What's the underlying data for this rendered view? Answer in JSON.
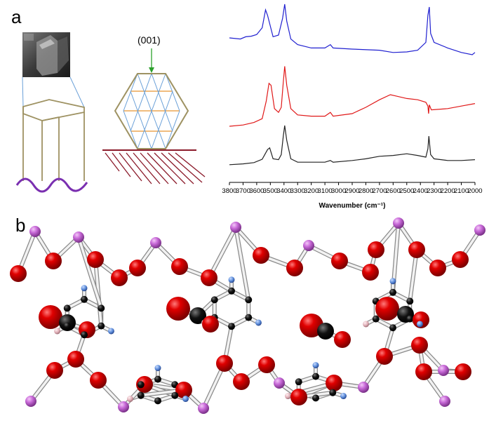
{
  "figure": {
    "panel_a_label": "a",
    "panel_b_label": "b",
    "facet_label": "(001)"
  },
  "colors": {
    "series_top": "#2020d0",
    "series_middle": "#e01818",
    "series_bottom": "#222222",
    "crystal_edge": "#9e9262",
    "wave": "#7a2fb0",
    "substrate": "#8b1a2a",
    "arrow": "#2ca02c",
    "oxygen": "#d00000",
    "metal": "#c86ad8",
    "hydrogen_blue": "#5a8ad8",
    "hydrogen_pink": "#e0b0b8"
  },
  "chart_data": {
    "type": "line",
    "xlabel": "Wavenumber (cm⁻¹)",
    "ylabel": "",
    "xlim": [
      3800,
      2000
    ],
    "x_reversed": true,
    "ticks": [
      "3800",
      "3700",
      "3600",
      "3500",
      "3400",
      "3300",
      "3200",
      "3100",
      "3000",
      "2900",
      "2800",
      "2700",
      "2600",
      "2500",
      "2400",
      "2300",
      "2200",
      "2100",
      "2000"
    ],
    "legend": "none",
    "grid": false,
    "series": [
      {
        "color": "#2020d0",
        "points": [
          [
            3800,
            0.6
          ],
          [
            3720,
            0.62
          ],
          [
            3680,
            0.58
          ],
          [
            3640,
            0.57
          ],
          [
            3600,
            0.54
          ],
          [
            3560,
            0.42
          ],
          [
            3535,
            0.1
          ],
          [
            3520,
            0.2
          ],
          [
            3480,
            0.58
          ],
          [
            3440,
            0.55
          ],
          [
            3410,
            0.25
          ],
          [
            3395,
            0.0
          ],
          [
            3380,
            0.3
          ],
          [
            3350,
            0.62
          ],
          [
            3300,
            0.72
          ],
          [
            3200,
            0.78
          ],
          [
            3100,
            0.78
          ],
          [
            3060,
            0.72
          ],
          [
            3040,
            0.78
          ],
          [
            2900,
            0.8
          ],
          [
            2700,
            0.82
          ],
          [
            2600,
            0.86
          ],
          [
            2500,
            0.85
          ],
          [
            2420,
            0.82
          ],
          [
            2360,
            0.68
          ],
          [
            2345,
            0.2
          ],
          [
            2335,
            0.05
          ],
          [
            2325,
            0.52
          ],
          [
            2300,
            0.68
          ],
          [
            2200,
            0.78
          ],
          [
            2100,
            0.86
          ],
          [
            2020,
            0.9
          ],
          [
            2000,
            0.86
          ]
        ]
      },
      {
        "color": "#e01818",
        "points": [
          [
            3800,
            1.0
          ],
          [
            3700,
            0.98
          ],
          [
            3620,
            0.94
          ],
          [
            3560,
            0.88
          ],
          [
            3530,
            0.6
          ],
          [
            3510,
            0.32
          ],
          [
            3495,
            0.35
          ],
          [
            3470,
            0.72
          ],
          [
            3440,
            0.78
          ],
          [
            3420,
            0.7
          ],
          [
            3405,
            0.3
          ],
          [
            3395,
            0.05
          ],
          [
            3380,
            0.35
          ],
          [
            3350,
            0.72
          ],
          [
            3300,
            0.82
          ],
          [
            3200,
            0.84
          ],
          [
            3100,
            0.84
          ],
          [
            3060,
            0.78
          ],
          [
            3040,
            0.84
          ],
          [
            2900,
            0.8
          ],
          [
            2800,
            0.7
          ],
          [
            2700,
            0.58
          ],
          [
            2620,
            0.5
          ],
          [
            2580,
            0.52
          ],
          [
            2500,
            0.56
          ],
          [
            2420,
            0.58
          ],
          [
            2360,
            0.62
          ],
          [
            2345,
            0.68
          ],
          [
            2340,
            0.8
          ],
          [
            2335,
            0.66
          ],
          [
            2320,
            0.74
          ],
          [
            2200,
            0.72
          ],
          [
            2100,
            0.68
          ],
          [
            2000,
            0.64
          ]
        ]
      },
      {
        "color": "#222222",
        "points": [
          [
            3800,
            0.98
          ],
          [
            3700,
            0.96
          ],
          [
            3620,
            0.93
          ],
          [
            3560,
            0.85
          ],
          [
            3520,
            0.62
          ],
          [
            3505,
            0.58
          ],
          [
            3480,
            0.84
          ],
          [
            3440,
            0.86
          ],
          [
            3420,
            0.74
          ],
          [
            3405,
            0.3
          ],
          [
            3395,
            0.05
          ],
          [
            3380,
            0.4
          ],
          [
            3350,
            0.84
          ],
          [
            3300,
            0.92
          ],
          [
            3200,
            0.92
          ],
          [
            3100,
            0.92
          ],
          [
            3060,
            0.88
          ],
          [
            3040,
            0.92
          ],
          [
            2900,
            0.88
          ],
          [
            2800,
            0.84
          ],
          [
            2700,
            0.78
          ],
          [
            2600,
            0.76
          ],
          [
            2500,
            0.72
          ],
          [
            2420,
            0.76
          ],
          [
            2360,
            0.8
          ],
          [
            2345,
            0.6
          ],
          [
            2338,
            0.3
          ],
          [
            2325,
            0.74
          ],
          [
            2300,
            0.84
          ],
          [
            2200,
            0.88
          ],
          [
            2100,
            0.88
          ],
          [
            2000,
            0.86
          ]
        ]
      }
    ]
  }
}
